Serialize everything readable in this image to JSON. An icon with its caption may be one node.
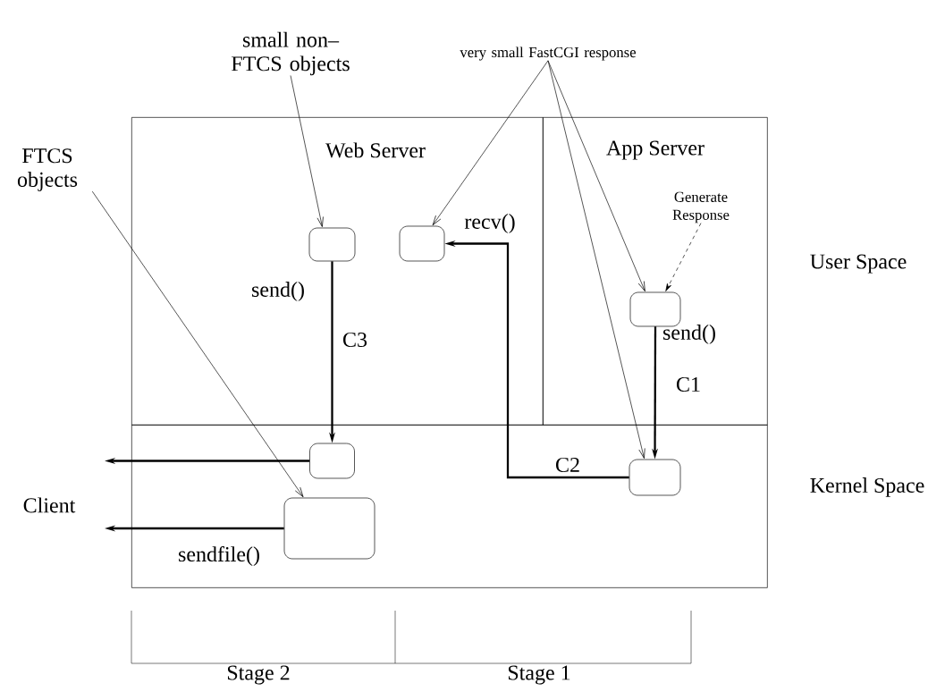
{
  "diagram": {
    "nodes": [
      {
        "text": [
          "Web Server"
        ]
      },
      {
        "text": [
          "App Server"
        ]
      },
      {
        "text": [],
        "shape": "box"
      },
      {
        "text": [],
        "shape": "box",
        "in": 0,
        "beside": [
          "send()"
        ]
      },
      {
        "text": [],
        "shape": "box",
        "in": 0,
        "beside": [
          "recv()"
        ]
      },
      {
        "text": [],
        "shape": "box",
        "in": 1,
        "beside": [
          "send()"
        ]
      },
      {
        "text": [],
        "shape": "box",
        "in": 2
      },
      {
        "text": [],
        "shape": "box",
        "in": 2
      },
      {
        "text": [],
        "shape": "box",
        "in": 2
      },
      {
        "text": [
          "small non–FTCS objects"
        ]
      },
      {
        "text": [
          "FTCS objects"
        ]
      },
      {
        "text": [
          "very small FastCGI response"
        ]
      },
      {
        "text": [
          "Generate Response"
        ],
        "in": 1
      }
    ],
    "edges": [
      {
        "from": 3,
        "to": 6,
        "arrow": "to",
        "label": "C3",
        "style": "thick"
      },
      {
        "from": 5,
        "to": 8,
        "arrow": "to",
        "label": "C1",
        "style": "thick"
      },
      {
        "from": 8,
        "to": 4,
        "arrow": "to",
        "label": "C2",
        "style": "thick"
      },
      {
        "from": 6,
        "to": null,
        "arrow": "to",
        "style": "thick"
      },
      {
        "from": 7,
        "to": null,
        "arrow": "to",
        "label": "sendfile()",
        "style": "thick"
      },
      {
        "from": 9,
        "to": 3,
        "arrow": "to"
      },
      {
        "from": 10,
        "to": 7,
        "arrow": "to"
      },
      {
        "from": 11,
        "to": 4,
        "arrow": "to"
      },
      {
        "from": 11,
        "to": 5,
        "arrow": "to"
      },
      {
        "from": 11,
        "to": 8,
        "arrow": "to"
      },
      {
        "from": 12,
        "to": 5,
        "arrow": "to",
        "style": "dashed"
      }
    ],
    "labels": [
      "User Space",
      "Kernel Space",
      "Client",
      "Stage 2",
      "Stage 1"
    ]
  }
}
